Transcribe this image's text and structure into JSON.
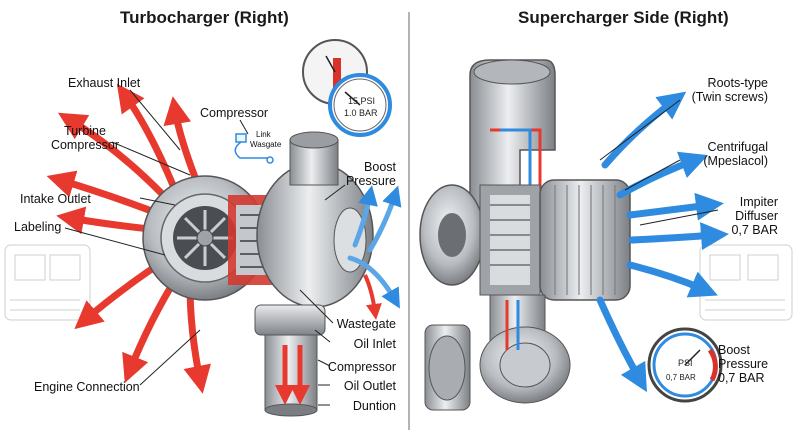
{
  "titles": {
    "left": "Turbocharger (Right)",
    "right": "Supercharger Side (Right)"
  },
  "left_labels": {
    "exhaust_inlet": "Exhaust Inlet",
    "turbine_compressor_1": "Turbine",
    "turbine_compressor_2": "Compressor",
    "intake_outlet": "Intake Outlet",
    "labeling": "Labeling",
    "engine_connection": "Engine Connection",
    "compressor_top": "Compressor",
    "link": "Link",
    "wastegate_small": "Wasgate",
    "boost_pressure_1": "Boost",
    "boost_pressure_2": "Pressure",
    "wastegate": "Wastegate",
    "oil_inlet": "Oil Inlet",
    "compressor_bottom": "Compressor",
    "oil_outlet": "Oil Outlet",
    "duntion": "Duntion"
  },
  "left_gauge": {
    "value_psi": "15 PSI",
    "value_bar": "1.0 BAR"
  },
  "right_labels": {
    "roots_1": "Roots-type",
    "roots_2": "(Twin screws)",
    "centrifugal_1": "Centrifugal",
    "centrifugal_2": "(Mpeslacol)",
    "impiter": "Impiter",
    "diffuser": "Diffuser",
    "bar": "0,7 BAR",
    "boost_1": "Boost",
    "boost_2": "Pressure",
    "boost_3": "0,7 BAR"
  },
  "right_gauge": {
    "unit": "PSI",
    "value_bar": "0,7 BAR"
  },
  "colors": {
    "hot_arrow": "#e8392f",
    "cool_arrow": "#2f8be0",
    "metal": "#b9bdc2",
    "divider": "#9a9a9a"
  }
}
